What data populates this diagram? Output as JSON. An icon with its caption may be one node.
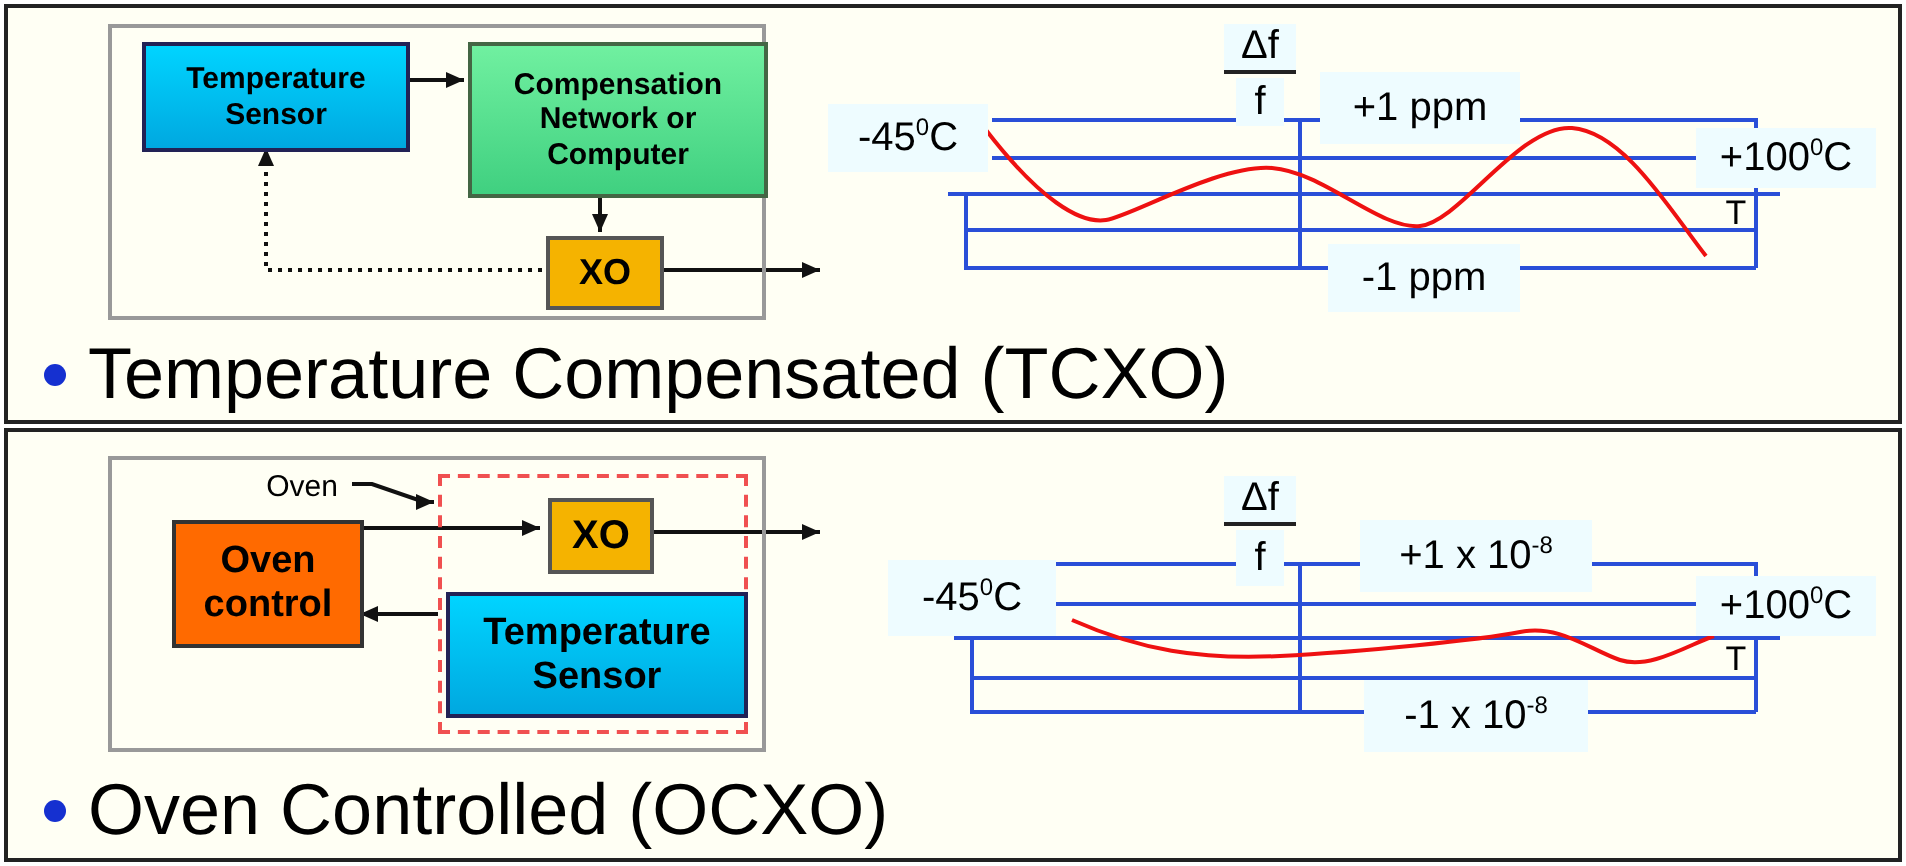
{
  "diagram": {
    "nodes": [
      {
        "text": [],
        "shape": "box"
      },
      {
        "text": [
          "Temperature Sensor"
        ],
        "in": 0
      },
      {
        "text": [
          "Compensation Network or Computer"
        ],
        "in": 0
      },
      {
        "text": [
          "XO"
        ],
        "in": 0
      },
      {
        "text": [],
        "shape": "box"
      },
      {
        "text": [
          "Oven"
        ],
        "in": 4
      },
      {
        "text": [],
        "shape": "box",
        "in": 4
      },
      {
        "text": [
          "XO"
        ],
        "in": 6
      },
      {
        "text": [
          "Oven control"
        ],
        "in": 4
      },
      {
        "text": [
          "Temperature Sensor"
        ],
        "in": 6
      }
    ],
    "edges": [
      {
        "from": 1,
        "to": 2,
        "arrow": "to"
      },
      {
        "from": 2,
        "to": 3,
        "arrow": "to"
      },
      {
        "from": 3,
        "to": 1,
        "arrow": "to",
        "style": "dashed"
      },
      {
        "from": 3,
        "to": null,
        "arrow": "to"
      },
      {
        "from": 5,
        "to": 6,
        "arrow": "to"
      },
      {
        "from": 8,
        "to": 7,
        "arrow": "to"
      },
      {
        "from": 9,
        "to": 8,
        "arrow": "to"
      },
      {
        "from": 7,
        "to": null,
        "arrow": "to"
      }
    ],
    "labels": [
      "Δf",
      "f",
      "-45$^{0}$C",
      "+1 ppm",
      "+100$^{0}$C",
      "T",
      "-1 ppm",
      "Temperature Compensated (TCXO)",
      "Δf",
      "f",
      "-45$^{0}$C",
      "+1 x 10$^{-8}$",
      "+100$^{0}$C",
      "T",
      "-1 x 10$^{-8}$",
      "Oven Controlled (OCXO)"
    ]
  }
}
